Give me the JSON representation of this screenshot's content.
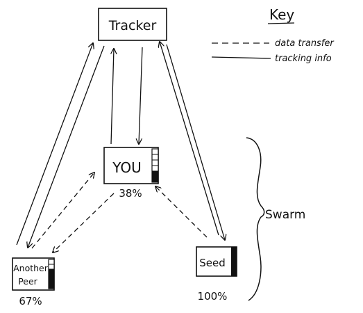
{
  "diagram": {
    "nodes": {
      "tracker": {
        "label": "Tracker"
      },
      "you": {
        "label": "YOU",
        "progress": "38%",
        "progress_fraction": 0.38
      },
      "another_peer": {
        "label_line1": "Another",
        "label_line2": "Peer",
        "progress": "67%",
        "progress_fraction": 0.67
      },
      "seed": {
        "label": "Seed",
        "progress": "100%",
        "progress_fraction": 1.0
      }
    },
    "swarm_label": "Swarm",
    "key": {
      "title": "Key",
      "items": [
        {
          "style": "dashed",
          "label": "data transfer"
        },
        {
          "style": "solid",
          "label": "tracking info"
        }
      ]
    },
    "colors": {
      "ink": "#111111",
      "background": "#ffffff"
    }
  }
}
